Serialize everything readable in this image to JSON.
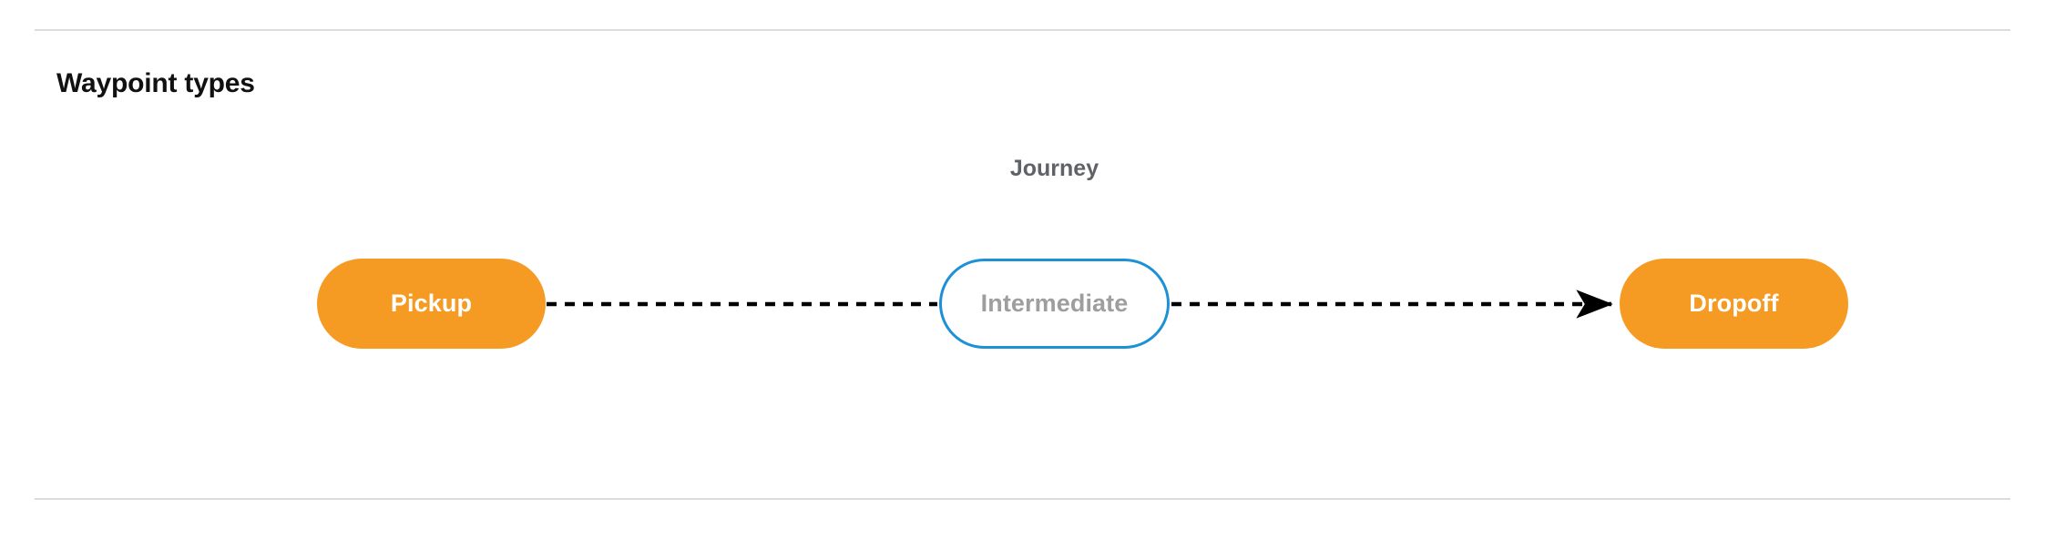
{
  "section": {
    "title": "Waypoint types"
  },
  "diagram": {
    "group_label": "Journey",
    "nodes": [
      {
        "id": "pickup",
        "label": "Pickup",
        "kind": "terminal",
        "fill": "#f59b23",
        "text_color": "#ffffff"
      },
      {
        "id": "intermediate",
        "label": "Intermediate",
        "kind": "intermediate",
        "fill": "#ffffff",
        "text_color": "#9e9e9e",
        "border_color": "#1e90d5"
      },
      {
        "id": "dropoff",
        "label": "Dropoff",
        "kind": "terminal",
        "fill": "#f59b23",
        "text_color": "#ffffff"
      }
    ],
    "edges": [
      {
        "id": "pickup-to-intermediate",
        "from": "pickup",
        "to": "intermediate",
        "style": "dashed",
        "arrowhead": false,
        "color": "#000000"
      },
      {
        "id": "intermediate-to-dropoff",
        "from": "intermediate",
        "to": "dropoff",
        "style": "dashed",
        "arrowhead": true,
        "color": "#000000"
      }
    ]
  },
  "colors": {
    "background": "#ffffff",
    "rule": "#dcdcdc",
    "title_text": "#111111",
    "group_label_text": "#5f6368",
    "terminal_fill": "#f59b23",
    "intermediate_border": "#1e90d5",
    "intermediate_text": "#9e9e9e",
    "edge": "#000000"
  }
}
